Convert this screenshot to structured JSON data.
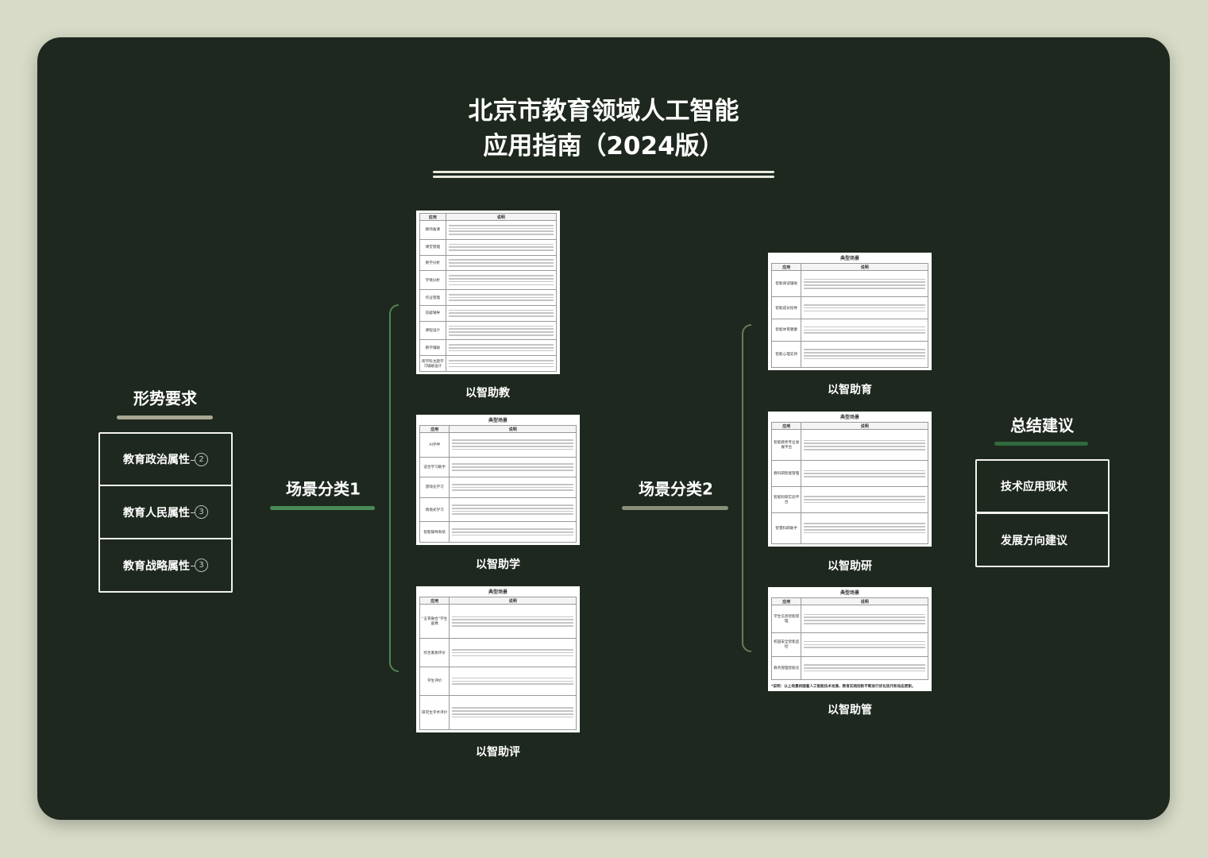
{
  "title": {
    "line1": "北京市教育领域人工智能",
    "line2": "应用指南（2024版）"
  },
  "colors": {
    "board": "#1e281e",
    "background": "#d7dbc7",
    "accent_green": "#4a8a57",
    "text": "#ffffff"
  },
  "left": {
    "heading": "形势要求",
    "items": [
      {
        "label": "教育政治属性",
        "count": "2"
      },
      {
        "label": "教育人民属性",
        "count": "3"
      },
      {
        "label": "教育战略属性",
        "count": "3"
      }
    ]
  },
  "branch1": {
    "heading": "场景分类1",
    "tables": [
      {
        "label": "以智助教",
        "caption": "",
        "cols": [
          "应用",
          "说明"
        ],
        "rows": [
          "教师备课",
          "课堂管理",
          "教学分析",
          "学情分析",
          "作业管理",
          "答疑辅导",
          "课程设计",
          "教学辅助",
          "跨学科主题学习辅助设计"
        ]
      },
      {
        "label": "以智助学",
        "caption": "典型场景",
        "cols": [
          "应用",
          "说明"
        ],
        "rows": [
          "AI学伴",
          "适合学习助手",
          "游戏化学习",
          "情境式学习",
          "智能辅导系统"
        ]
      },
      {
        "label": "以智助评",
        "caption": "典型场景",
        "cols": [
          "应用",
          "说明"
        ],
        "rows": [
          "“五育融合”学生画像",
          "综合素质评价",
          "学生评价",
          "研究生学术评价"
        ]
      }
    ]
  },
  "branch2": {
    "heading": "场景分类2",
    "tables": [
      {
        "label": "以智助育",
        "caption": "典型场景",
        "cols": [
          "应用",
          "说明"
        ],
        "rows": [
          "智能阅读辅助",
          "智能成长指导",
          "智能体育健康",
          "智能心理支持"
        ]
      },
      {
        "label": "以智助研",
        "caption": "典型场景",
        "cols": [
          "应用",
          "说明"
        ],
        "rows": [
          "智能教师专业发展平台",
          "教科研智能管理",
          "智能科研实验平台",
          "智慧科研助手"
        ]
      },
      {
        "label": "以智助管",
        "caption": "典型场景",
        "cols": [
          "应用",
          "说明"
        ],
        "rows": [
          "学生信息智能管理",
          "校园安全智能监控",
          "教务管理智能化"
        ],
        "note": "*说明：以上场景将随着人工智能技术发展、教育实践创新不断进行优化迭代和动态更新。"
      }
    ]
  },
  "right": {
    "heading": "总结建议",
    "items": [
      {
        "label": "技术应用现状"
      },
      {
        "label": "发展方向建议"
      }
    ]
  }
}
